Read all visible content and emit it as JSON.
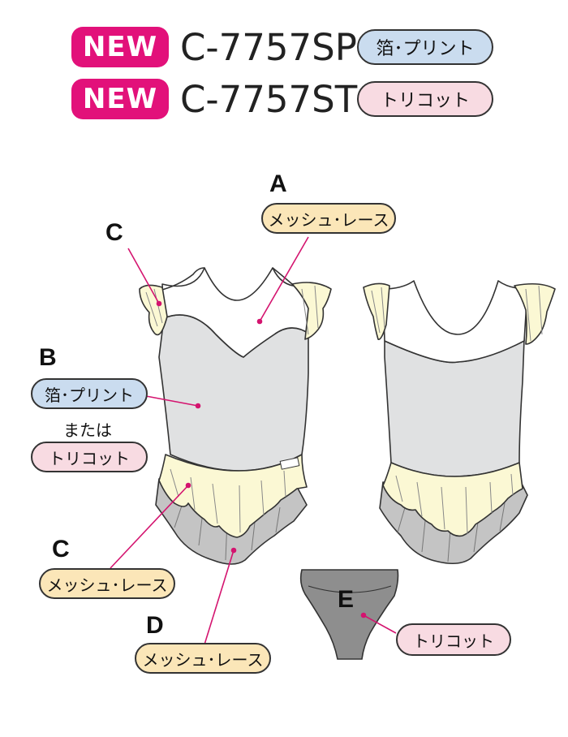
{
  "header": [
    {
      "badge": "NEW",
      "code": "C-7757SP",
      "material": "箔･プリント",
      "color": "#cadcef"
    },
    {
      "badge": "NEW",
      "code": "C-7757ST",
      "material": "トリコット",
      "color": "#f8dbe2"
    }
  ],
  "callouts": {
    "A": {
      "letter": "A",
      "label": "メッシュ･レース"
    },
    "B": {
      "letter": "B",
      "label_1": "箔･プリント",
      "or": "または",
      "label_2": "トリコット"
    },
    "C_top": {
      "letter": "C"
    },
    "C_bottom": {
      "letter": "C",
      "label": "メッシュ･レース"
    },
    "D": {
      "letter": "D",
      "label": "メッシュ･レース"
    },
    "E": {
      "letter": "E",
      "label": "トリコット"
    }
  },
  "colors": {
    "badge": "#e2117a",
    "leader_line": "#d4146f",
    "body_gray": "#e0e1e2",
    "ruffle_cream": "#fbf8d4",
    "skirt_gray": "#c4c4c4",
    "brief_gray": "#8e8e8e"
  }
}
